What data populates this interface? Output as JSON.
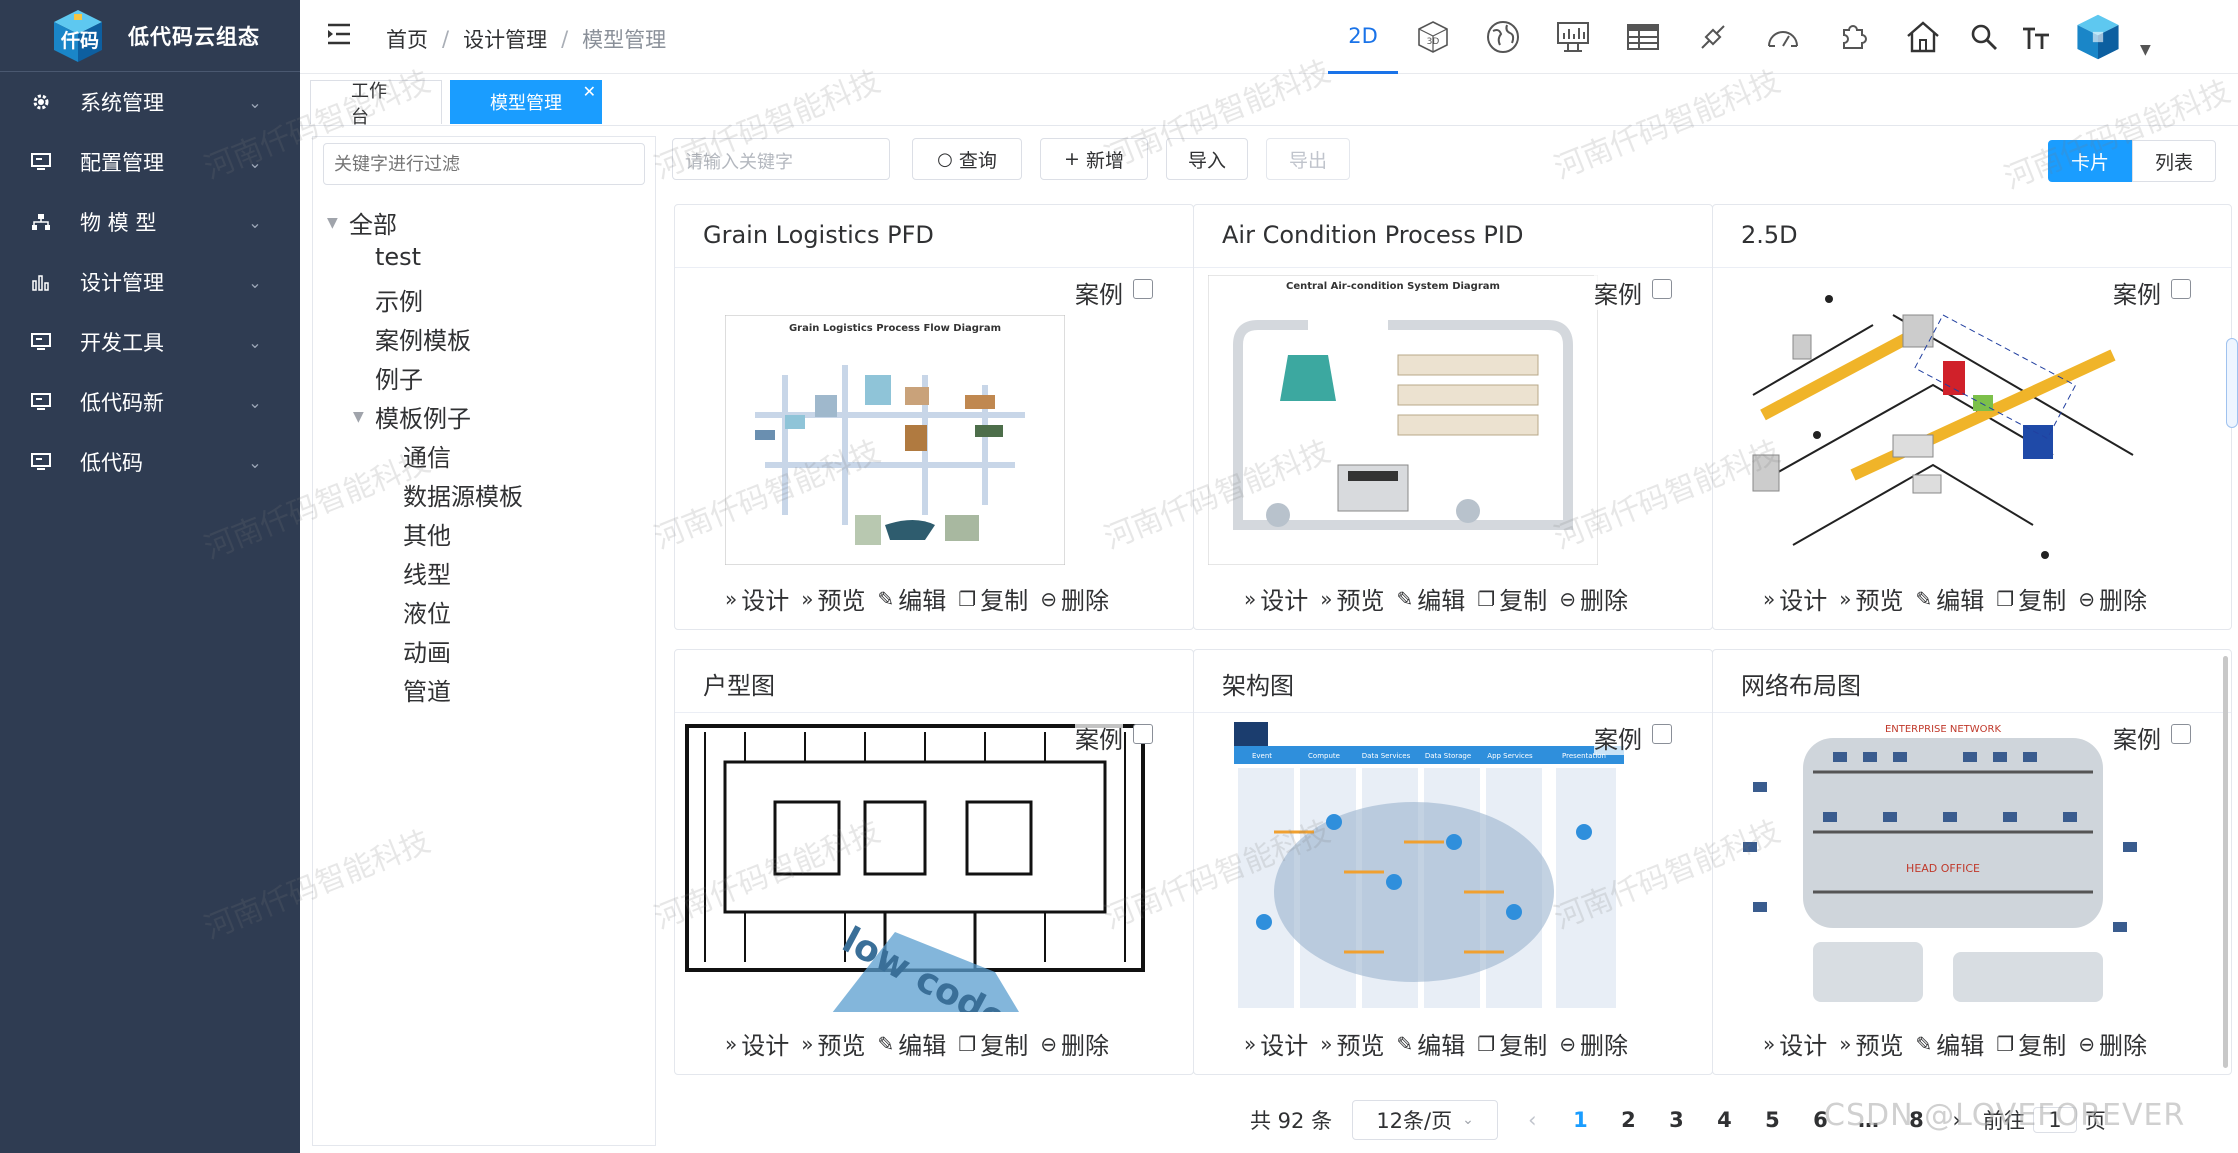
{
  "brand": {
    "title": "低代码云组态",
    "logo_text": "仟码"
  },
  "sidebar": {
    "items": [
      {
        "label": "系统管理",
        "icon": "gear-icon"
      },
      {
        "label": "配置管理",
        "icon": "screen-icon"
      },
      {
        "label": "物 模 型",
        "icon": "org-chart-icon"
      },
      {
        "label": "设计管理",
        "icon": "bar-chart-icon"
      },
      {
        "label": "开发工具",
        "icon": "screen-icon"
      },
      {
        "label": "低代码新",
        "icon": "screen-icon"
      },
      {
        "label": "低代码",
        "icon": "screen-icon"
      }
    ]
  },
  "breadcrumb": [
    "首页",
    "设计管理",
    "模型管理"
  ],
  "header_tools": {
    "mode_2d": "2D",
    "mode_3d": "3D"
  },
  "tabs": {
    "workbench": "工作台",
    "model": "模型管理"
  },
  "tree": {
    "filter_placeholder": "关键字进行过滤",
    "root": "全部",
    "items": [
      "test",
      "示例",
      "案例模板",
      "例子",
      "模板例子"
    ],
    "sub_items": [
      "通信",
      "数据源模板",
      "其他",
      "线型",
      "液位",
      "动画",
      "管道"
    ]
  },
  "toolbar": {
    "search_placeholder": "请输入关键字",
    "query": "查询",
    "add": "新增",
    "import": "导入",
    "export": "导出",
    "card_view": "卡片",
    "list_view": "列表"
  },
  "cards": [
    {
      "title": "Grain Logistics PFD",
      "label": "案例",
      "thumb_title": "Grain Logistics Process Flow Diagram"
    },
    {
      "title": "Air Condition Process PID",
      "label": "案例",
      "thumb_title": "Central Air-condition System Diagram"
    },
    {
      "title": "2.5D",
      "label": "案例"
    },
    {
      "title": "户型图",
      "label": "案例",
      "thumb_overlay": "low code"
    },
    {
      "title": "架构图",
      "label": "案例",
      "thumb_headers": [
        "Event",
        "Compute",
        "Data Services",
        "Data Storage",
        "App Services",
        "Presentation"
      ]
    },
    {
      "title": "网络布局图",
      "label": "案例",
      "thumb_title": "ENTERPRISE NETWORK",
      "thumb_center": "HEAD OFFICE"
    }
  ],
  "card_actions": [
    "设计",
    "预览",
    "编辑",
    "复制",
    "删除"
  ],
  "pagination": {
    "total": "共 92 条",
    "page_size": "12条/页",
    "pages": [
      "1",
      "2",
      "3",
      "4",
      "5",
      "6",
      "…",
      "8"
    ],
    "current": "1",
    "goto": "前往",
    "goto_value": "1",
    "page_unit": "页"
  },
  "watermark": "河南仟码智能科技",
  "csdn_mark": "CSDN @LOVEFOREVER"
}
